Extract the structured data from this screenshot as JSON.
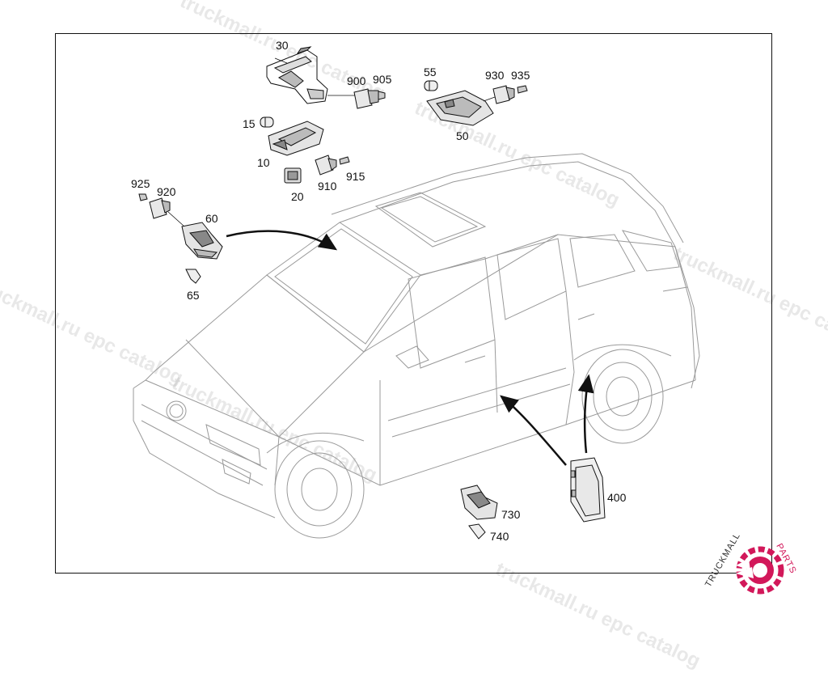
{
  "labels": {
    "p30": "30",
    "p900": "900",
    "p905": "905",
    "p55": "55",
    "p930": "930",
    "p935": "935",
    "p15": "15",
    "p50": "50",
    "p10": "10",
    "p910": "910",
    "p915": "915",
    "p20": "20",
    "p925": "925",
    "p920": "920",
    "p60": "60",
    "p65": "65",
    "p400": "400",
    "p730": "730",
    "p740": "740"
  },
  "watermark": {
    "text1": "truckmall.ru epc catalog",
    "text2": "truckmall.ru epc catalog",
    "text3": "truckmall.ru epc catalog",
    "text4": "truckmall.ru epc catalog",
    "text5": "truckmall.ru epc catalog",
    "text6": "truckmall.ru epc catalog"
  },
  "logo": {
    "text_a": "TRUCKMALL",
    "text_b": "PARTS",
    "color_a": "#333333",
    "color_b": "#d2185a"
  },
  "colors": {
    "line": "#111111",
    "car_line": "#9a9a9a",
    "accent": "#d2185a"
  }
}
